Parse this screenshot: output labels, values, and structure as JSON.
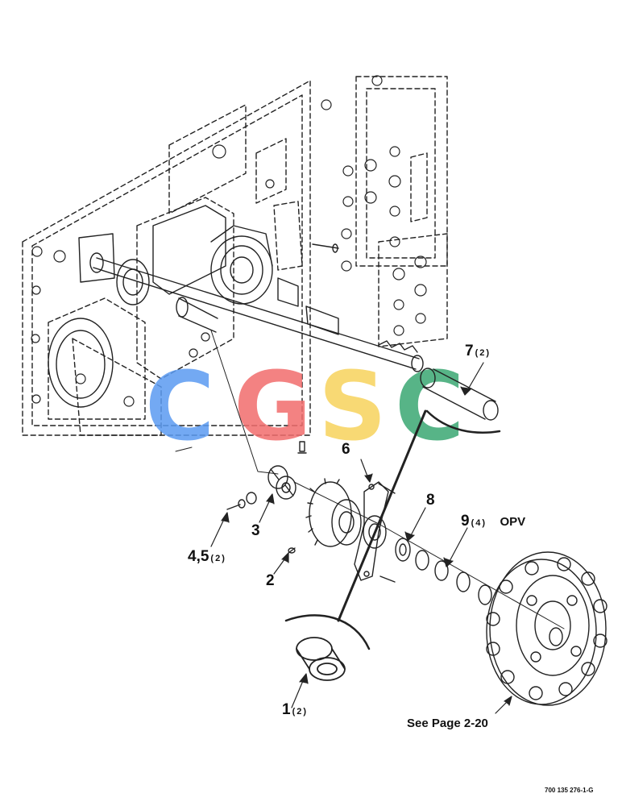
{
  "watermark": {
    "letters": [
      "C",
      "G",
      "S",
      "C"
    ],
    "colors": [
      "#5b9bf2",
      "#f26d6d",
      "#f7d35c",
      "#3aa873"
    ]
  },
  "callouts": {
    "item1": {
      "num": "1",
      "qty": "(2)"
    },
    "item2": {
      "num": "2"
    },
    "item3": {
      "num": "3"
    },
    "item45": {
      "num": "4,5",
      "qty": "(2)"
    },
    "item6": {
      "num": "6"
    },
    "item7": {
      "num": "7",
      "qty": "(2)"
    },
    "item8": {
      "num": "8"
    },
    "item9": {
      "num": "9",
      "qty": "(4)",
      "note": "OPV"
    }
  },
  "reference_note": "See Page 2-20",
  "drawing_number": "700 135 276-1-G"
}
